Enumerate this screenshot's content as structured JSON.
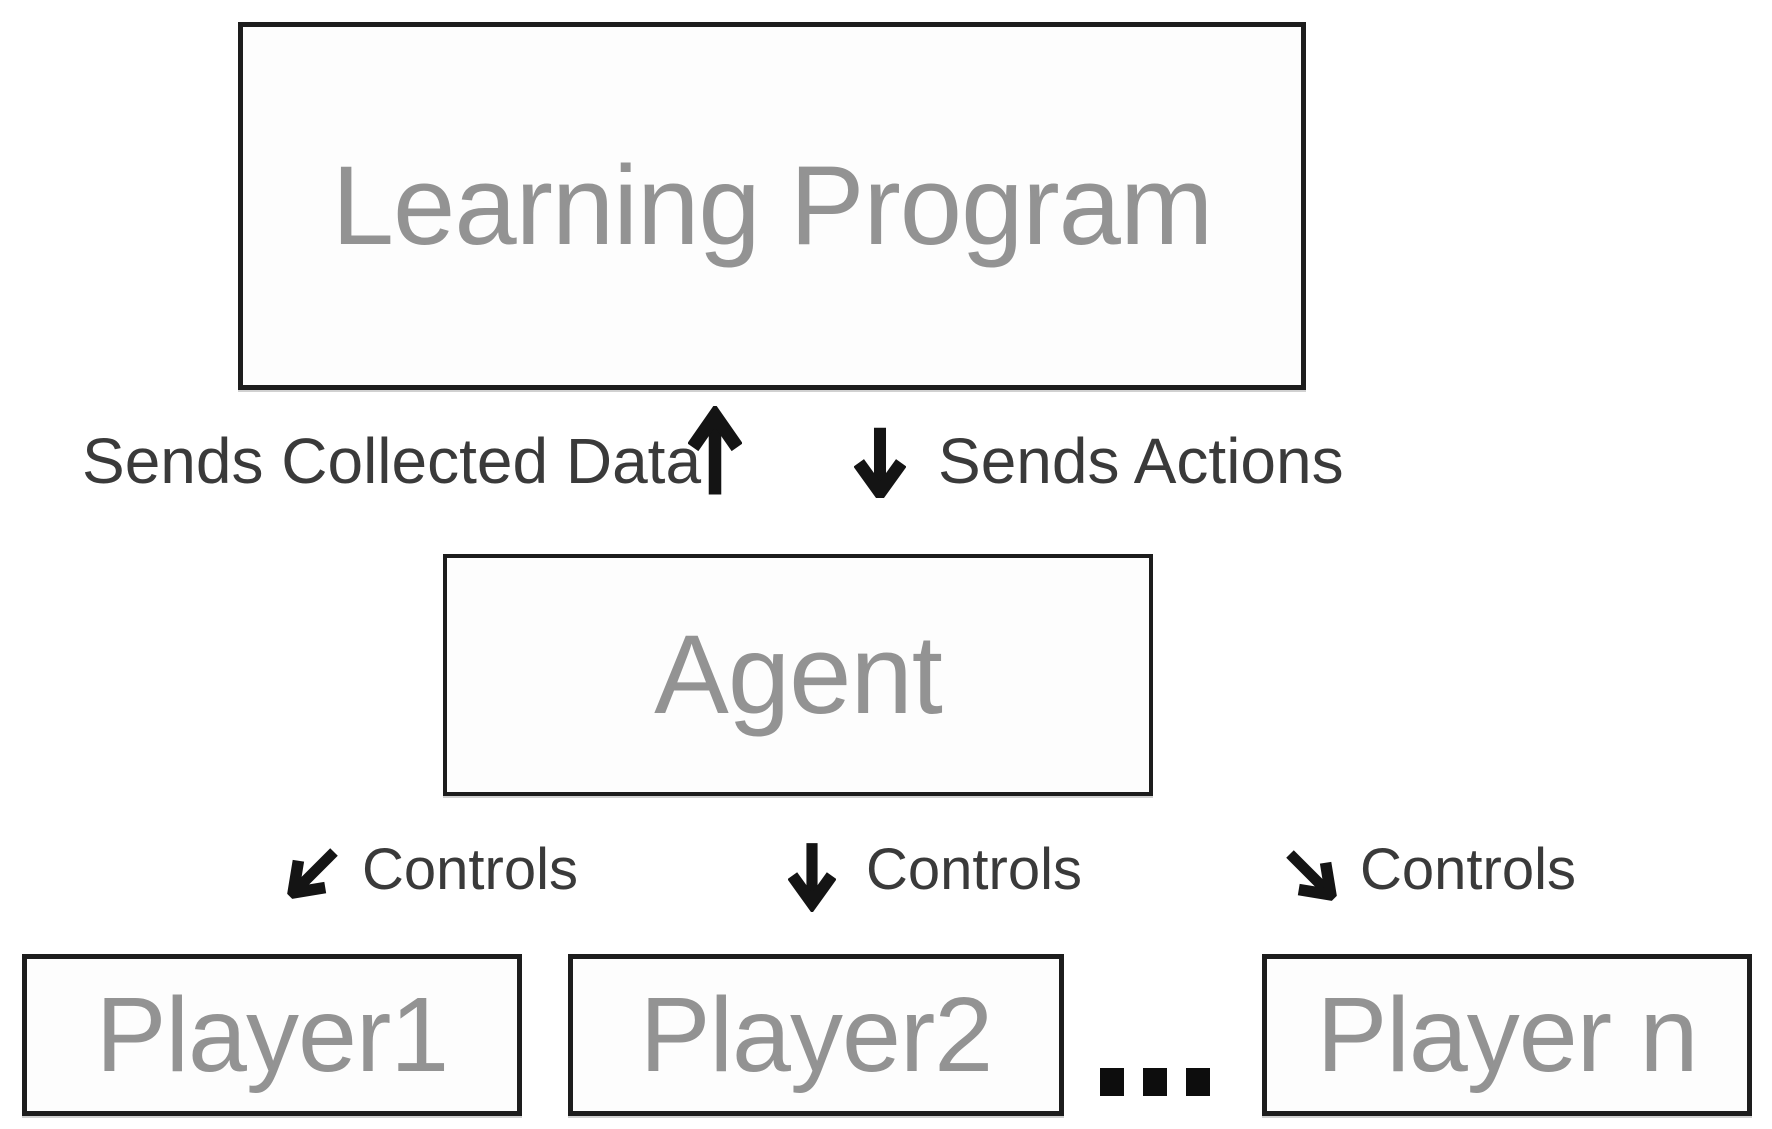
{
  "diagram": {
    "title": "Learning program / agent / players control diagram",
    "colors": {
      "background": "#ffffff",
      "node_border": "#1d1d1d",
      "node_fill": "#fdfdfd",
      "node_text": "#939393",
      "edge_text": "#3a3a3a",
      "arrow": "#141414"
    },
    "nodes": {
      "learning_program": {
        "label": "Learning Program"
      },
      "agent": {
        "label": "Agent"
      },
      "player1": {
        "label": "Player1"
      },
      "player2": {
        "label": "Player2"
      },
      "player_n": {
        "label": "Player n"
      }
    },
    "edges": {
      "sends_collected_data": {
        "label": "Sends Collected Data",
        "direction": "up",
        "from": "agent",
        "to": "learning_program"
      },
      "sends_actions": {
        "label": "Sends Actions",
        "direction": "down",
        "from": "learning_program",
        "to": "agent"
      },
      "controls_1": {
        "label": "Controls",
        "direction": "down-left",
        "from": "agent",
        "to": "player1"
      },
      "controls_2": {
        "label": "Controls",
        "direction": "down",
        "from": "agent",
        "to": "player2"
      },
      "controls_3": {
        "label": "Controls",
        "direction": "down-right",
        "from": "agent",
        "to": "player_n"
      }
    },
    "ellipsis": "..."
  }
}
